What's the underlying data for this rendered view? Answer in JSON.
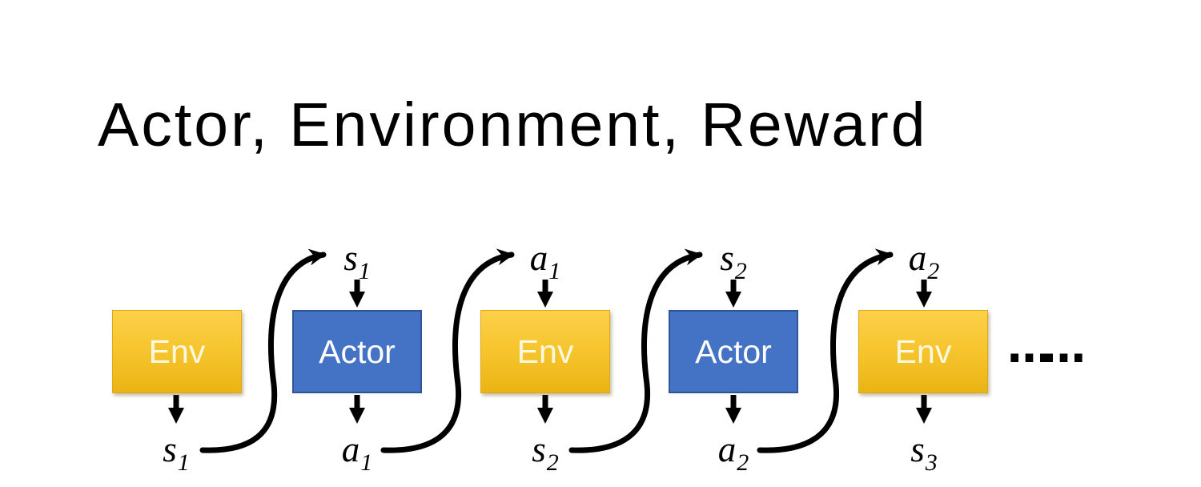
{
  "title": "Actor, Environment, Reward",
  "diagram": {
    "boxes": [
      {
        "label": "Env",
        "type": "env"
      },
      {
        "label": "Actor",
        "type": "actor"
      },
      {
        "label": "Env",
        "type": "env"
      },
      {
        "label": "Actor",
        "type": "actor"
      },
      {
        "label": "Env",
        "type": "env"
      }
    ],
    "top_labels": [
      {
        "base": "s",
        "sub": "1"
      },
      {
        "base": "a",
        "sub": "1"
      },
      {
        "base": "s",
        "sub": "2"
      },
      {
        "base": "a",
        "sub": "2"
      }
    ],
    "bottom_labels": [
      {
        "base": "s",
        "sub": "1"
      },
      {
        "base": "a",
        "sub": "1"
      },
      {
        "base": "s",
        "sub": "2"
      },
      {
        "base": "a",
        "sub": "2"
      },
      {
        "base": "s",
        "sub": "3"
      }
    ],
    "ellipsis": "……",
    "colors": {
      "env_gradient_top": "#FDD04A",
      "env_gradient_bottom": "#EAB414",
      "env_border": "#DCA817",
      "env_text": "#FFF8E1",
      "actor_fill": "#4472C4",
      "actor_border": "#2F5597",
      "actor_text": "#FFFFFF",
      "arrow": "#000000",
      "title_text": "#000000",
      "background": "#FFFFFF"
    }
  }
}
